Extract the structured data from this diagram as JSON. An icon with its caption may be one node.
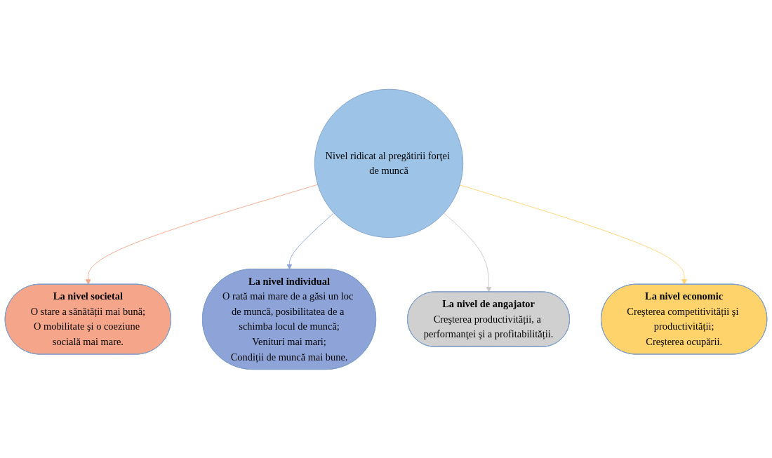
{
  "diagram": {
    "nodes": [
      {
        "text": [
          "La nivel societal",
          "O stare a sănătății mai bună;",
          "O mobilitate şi o coeziune socială mai mare."
        ]
      },
      {
        "text": [
          "La nivel individual",
          "O rată mai mare de a găsi un loc de muncă, posibilitatea de a schimba locul de muncă;",
          "Venituri mai mari;",
          "Condiții de muncă mai bune."
        ]
      },
      {
        "text": [
          "Nivel ridicat al pregătirii forţei de muncă"
        ]
      },
      {
        "text": [
          "La nivel de angajator",
          "Creşterea productivității, a performanţei şi a profitabilității."
        ]
      },
      {
        "text": [
          "La nivel economic",
          "Creşterea competitivității şi productivității;",
          "Creşterea ocupării."
        ]
      }
    ],
    "edges": [
      {
        "from": 2,
        "to": 0,
        "arrow": "to",
        "color": "#f4a58a"
      },
      {
        "from": 2,
        "to": 1,
        "arrow": "to",
        "color": "#8ea3d8"
      },
      {
        "from": 2,
        "to": 3,
        "arrow": "to",
        "color": "#c8c8c8"
      },
      {
        "from": 2,
        "to": 4,
        "arrow": "to",
        "color": "#ffd36b"
      }
    ]
  }
}
